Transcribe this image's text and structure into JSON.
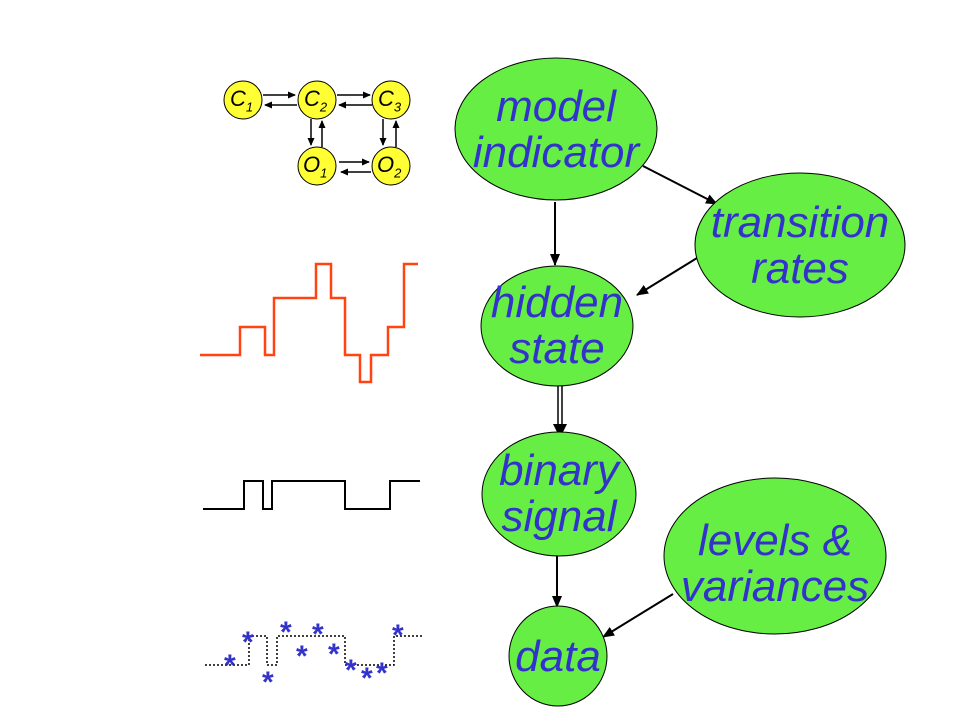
{
  "nodes": {
    "model_indicator": {
      "line1": "model",
      "line2": "indicator"
    },
    "transition_rates": {
      "line1": "transition",
      "line2": "rates"
    },
    "hidden_state": {
      "line1": "hidden",
      "line2": "state"
    },
    "binary_signal": {
      "line1": "binary",
      "line2": "signal"
    },
    "levels_variances": {
      "line1": "levels &",
      "line2": "variances"
    },
    "data": {
      "line1": "data"
    }
  },
  "markov_states": {
    "C1": {
      "letter": "C",
      "sub": "1"
    },
    "C2": {
      "letter": "C",
      "sub": "2"
    },
    "C3": {
      "letter": "C",
      "sub": "3"
    },
    "O1": {
      "letter": "O",
      "sub": "1"
    },
    "O2": {
      "letter": "O",
      "sub": "2"
    }
  },
  "data_marker": "*",
  "colors": {
    "node_fill": "#66ee44",
    "node_text": "#3333cc",
    "state_fill": "#ffff33",
    "hidden_trace": "#ff4411",
    "binary_trace": "#000000",
    "star": "#3333cc"
  }
}
